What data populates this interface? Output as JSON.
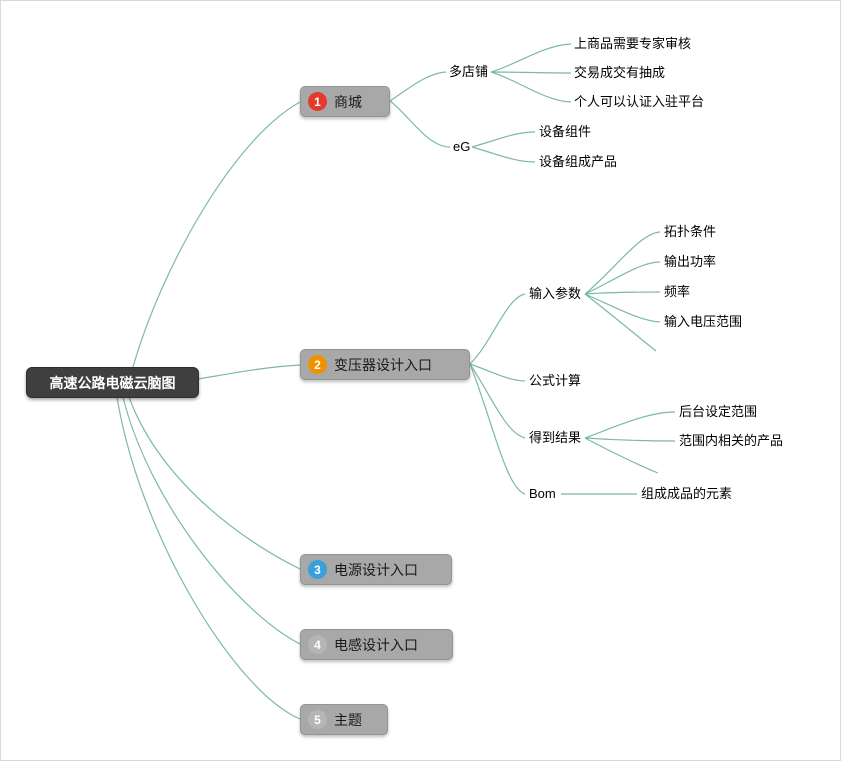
{
  "colors": {
    "connector": "#7cb9a8",
    "root_bg": "#3f3f3f",
    "root_text": "#ffffff",
    "branch_bg": "#a8a8a8",
    "branch_text": "#1a1a1a",
    "priority_1": "#e23b2e",
    "priority_2": "#f29100",
    "priority_3": "#3aa0dc",
    "priority_4": "#b5b5b5",
    "priority_5": "#b5b5b5"
  },
  "mindmap": {
    "root": {
      "label": "高速公路电磁云脑图"
    },
    "branches": [
      {
        "priority": "1",
        "label": "商城",
        "children": [
          {
            "label": "多店铺",
            "children": [
              {
                "label": "上商品需要专家审核"
              },
              {
                "label": "交易成交有抽成"
              },
              {
                "label": "个人可以认证入驻平台"
              }
            ]
          },
          {
            "label": "eG",
            "children": [
              {
                "label": "设备组件"
              },
              {
                "label": "设备组成产品"
              }
            ]
          }
        ]
      },
      {
        "priority": "2",
        "label": "变压器设计入口",
        "children": [
          {
            "label": "输入参数",
            "children": [
              {
                "label": "拓扑条件"
              },
              {
                "label": "输出功率"
              },
              {
                "label": "频率"
              },
              {
                "label": "输入电压范围"
              }
            ]
          },
          {
            "label": "公式计算",
            "children": []
          },
          {
            "label": "得到结果",
            "children": [
              {
                "label": "后台设定范围"
              },
              {
                "label": "范围内相关的产品"
              }
            ]
          },
          {
            "label": "Bom",
            "children": [
              {
                "label": "组成成品的元素"
              }
            ]
          }
        ]
      },
      {
        "priority": "3",
        "label": "电源设计入口",
        "children": []
      },
      {
        "priority": "4",
        "label": "电感设计入口",
        "children": []
      },
      {
        "priority": "5",
        "label": "主题",
        "children": []
      }
    ]
  }
}
